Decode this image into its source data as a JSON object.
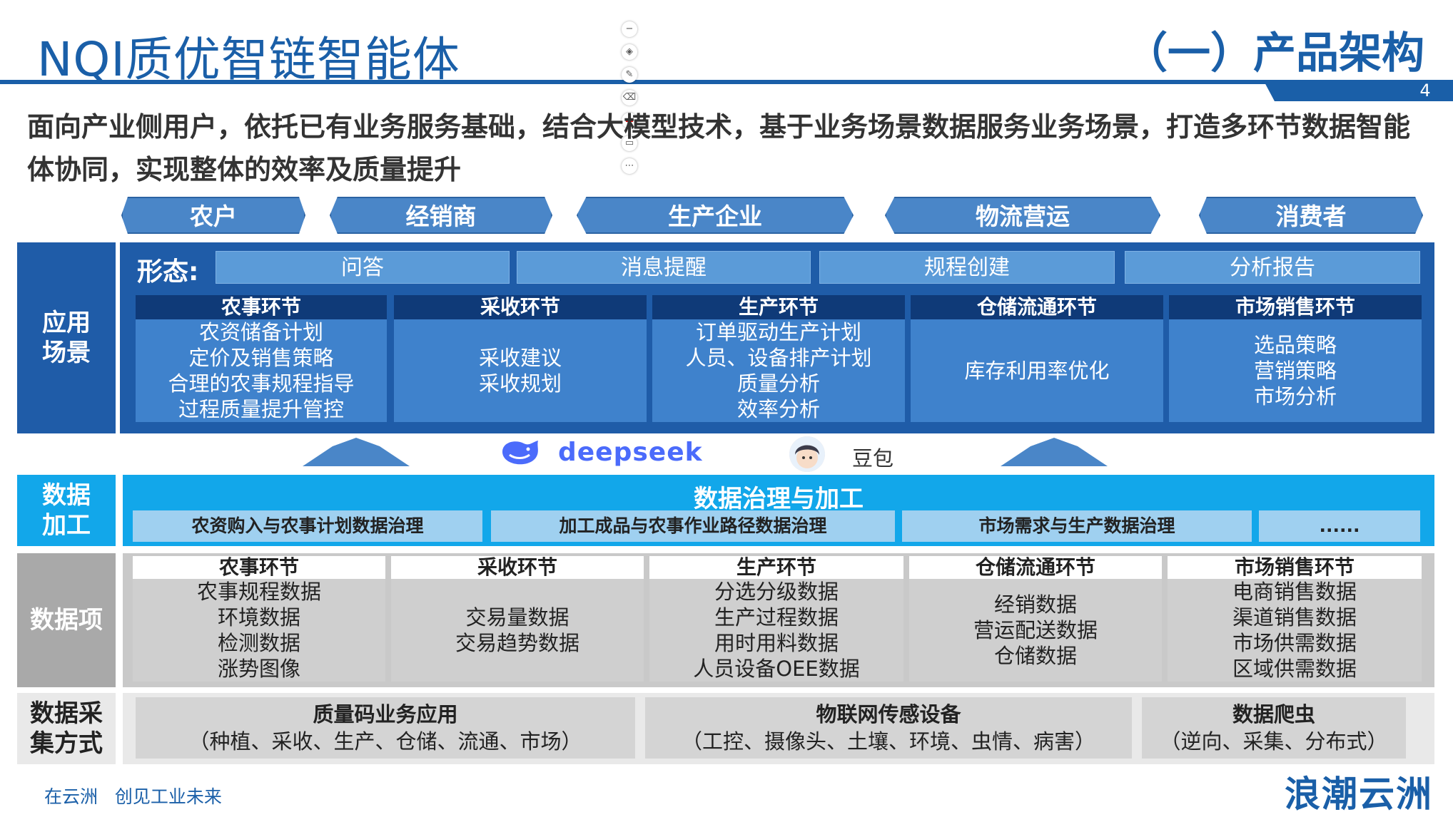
{
  "header": {
    "title": "NQI质优智链智能体",
    "section_title": "（一）产品架构",
    "page_number": "4"
  },
  "intro_text": "面向产业侧用户，依托已有业务服务基础，结合大模型技术，基于业务场景数据服务业务场景，打造多环节数据智能体协同，实现整体的效率及质量提升",
  "stakeholders": [
    "农户",
    "经销商",
    "生产企业",
    "物流营运",
    "消费者"
  ],
  "side_labels": {
    "application": "应用\n场景",
    "processing": "数据\n加工",
    "items": "数据项",
    "collection": "数据采\n集方式"
  },
  "application": {
    "form_label": "形态:",
    "forms": [
      "问答",
      "消息提醒",
      "规程创建",
      "分析报告"
    ],
    "columns": [
      {
        "title": "农事环节",
        "lines": [
          "农资储备计划",
          "定价及销售策略",
          "合理的农事规程指导",
          "过程质量提升管控"
        ]
      },
      {
        "title": "采收环节",
        "lines": [
          "采收建议",
          "采收规划"
        ]
      },
      {
        "title": "生产环节",
        "lines": [
          "订单驱动生产计划",
          "人员、设备排产计划",
          "质量分析",
          "效率分析"
        ]
      },
      {
        "title": "仓储流通环节",
        "lines": [
          "库存利用率优化"
        ]
      },
      {
        "title": "市场销售环节",
        "lines": [
          "选品策略",
          "营销策略",
          "市场分析"
        ]
      }
    ]
  },
  "models": {
    "deepseek": "deepseek",
    "doubao": "豆包"
  },
  "processing": {
    "title": "数据治理与加工",
    "items": [
      "农资购入与农事计划数据治理",
      "加工成品与农事作业路径数据治理",
      "市场需求与生产数据治理",
      "......"
    ]
  },
  "data_items": [
    {
      "title": "农事环节",
      "lines": [
        "农事规程数据",
        "环境数据",
        "检测数据",
        "涨势图像"
      ]
    },
    {
      "title": "采收环节",
      "lines": [
        "交易量数据",
        "交易趋势数据"
      ]
    },
    {
      "title": "生产环节",
      "lines": [
        "分选分级数据",
        "生产过程数据",
        "用时用料数据",
        "人员设备OEE数据"
      ]
    },
    {
      "title": "仓储流通环节",
      "lines": [
        "经销数据",
        "营运配送数据",
        "仓储数据"
      ]
    },
    {
      "title": "市场销售环节",
      "lines": [
        "电商销售数据",
        "渠道销售数据",
        "市场供需数据",
        "区域供需数据"
      ]
    }
  ],
  "collection": [
    {
      "title": "质量码业务应用",
      "detail": "（种植、采收、生产、仓储、流通、市场）"
    },
    {
      "title": "物联网传感设备",
      "detail": "（工控、摄像头、土壤、环境、虫情、病害）"
    },
    {
      "title": "数据爬虫",
      "detail": "（逆向、采集、分布式）"
    }
  ],
  "footer": {
    "slogan": "在云洲   创见工业未来",
    "brand": "浪潮云洲"
  },
  "colors": {
    "brand_blue": "#1a5fa8",
    "app_dark": "#0f3a78",
    "app_body": "#3f82cc",
    "processing_cyan": "#12a7ea",
    "items_gray": "#c9c9c9"
  },
  "toolbar_icons": [
    "minus-icon",
    "layers-icon",
    "pen-icon",
    "eraser-icon",
    "record-icon",
    "screen-icon",
    "more-icon"
  ]
}
